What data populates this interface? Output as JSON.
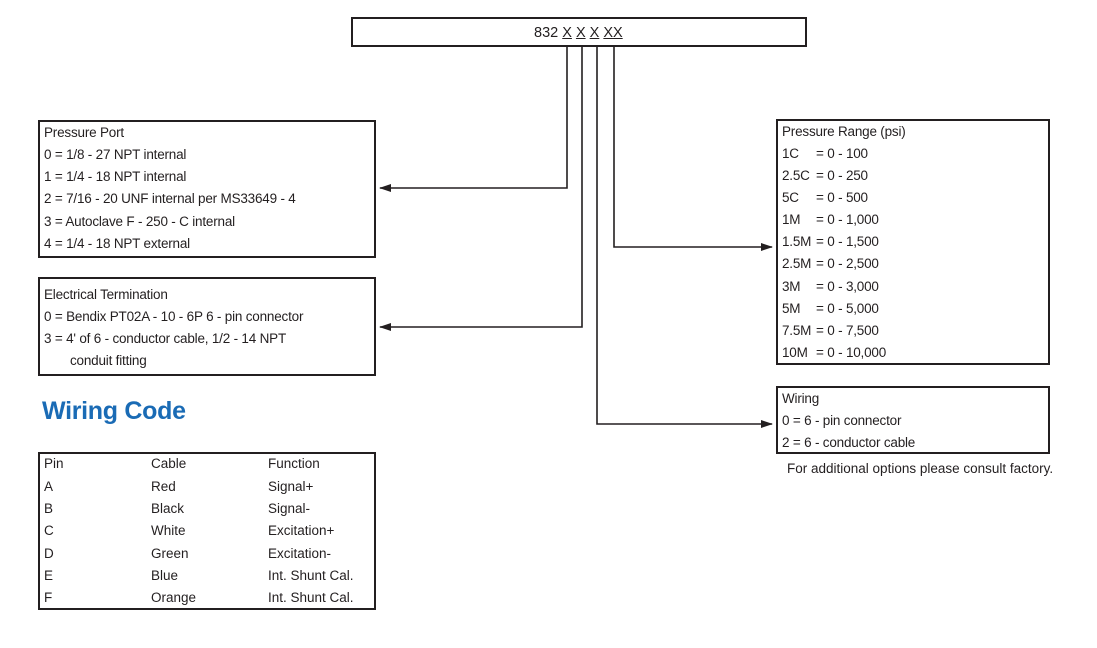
{
  "model_code": {
    "prefix": "832",
    "fields": [
      "X",
      "X",
      "X",
      "XX"
    ]
  },
  "pressure_port": {
    "title": "Pressure Port",
    "lines": [
      "0 = 1/8 - 27 NPT internal",
      "1 = 1/4 - 18 NPT internal",
      "2 = 7/16 - 20 UNF internal per MS33649 - 4",
      "3 = Autoclave F - 250 - C internal",
      "4 = 1/4 - 18 NPT external"
    ]
  },
  "electrical_termination": {
    "title": "Electrical Termination",
    "lines": [
      "0 = Bendix PT02A - 10 - 6P 6 - pin connector",
      "3 = 4' of 6 - conductor cable, 1/2 - 14 NPT",
      "conduit fitting"
    ]
  },
  "pressure_range": {
    "title": "Pressure Range (psi)",
    "rows": [
      {
        "code": "1C",
        "range": "= 0 - 100"
      },
      {
        "code": "2.5C",
        "range": "= 0 - 250"
      },
      {
        "code": "5C",
        "range": "= 0 - 500"
      },
      {
        "code": "1M",
        "range": "= 0 - 1,000"
      },
      {
        "code": "1.5M",
        "range": "= 0 - 1,500"
      },
      {
        "code": "2.5M",
        "range": "= 0 - 2,500"
      },
      {
        "code": "3M",
        "range": "= 0 - 3,000"
      },
      {
        "code": "5M",
        "range": "= 0 - 5,000"
      },
      {
        "code": "7.5M",
        "range": "= 0 - 7,500"
      },
      {
        "code": "10M",
        "range": "= 0 - 10,000"
      }
    ]
  },
  "wiring": {
    "title": "Wiring",
    "lines": [
      "0 = 6 - pin connector",
      "2 = 6 - conductor cable"
    ]
  },
  "footnote": "For additional options please consult factory.",
  "wiring_code": {
    "title": "Wiring Code",
    "headers": [
      "Pin",
      "Cable",
      "Function"
    ],
    "rows": [
      [
        "A",
        "Red",
        "Signal+"
      ],
      [
        "B",
        "Black",
        "Signal-"
      ],
      [
        "C",
        "White",
        "Excitation+"
      ],
      [
        "D",
        "Green",
        "Excitation-"
      ],
      [
        "E",
        "Blue",
        "Int. Shunt Cal."
      ],
      [
        "F",
        "Orange",
        "Int. Shunt Cal."
      ]
    ]
  },
  "colors": {
    "heading": "#1a6bb5",
    "line": "#231f20"
  }
}
